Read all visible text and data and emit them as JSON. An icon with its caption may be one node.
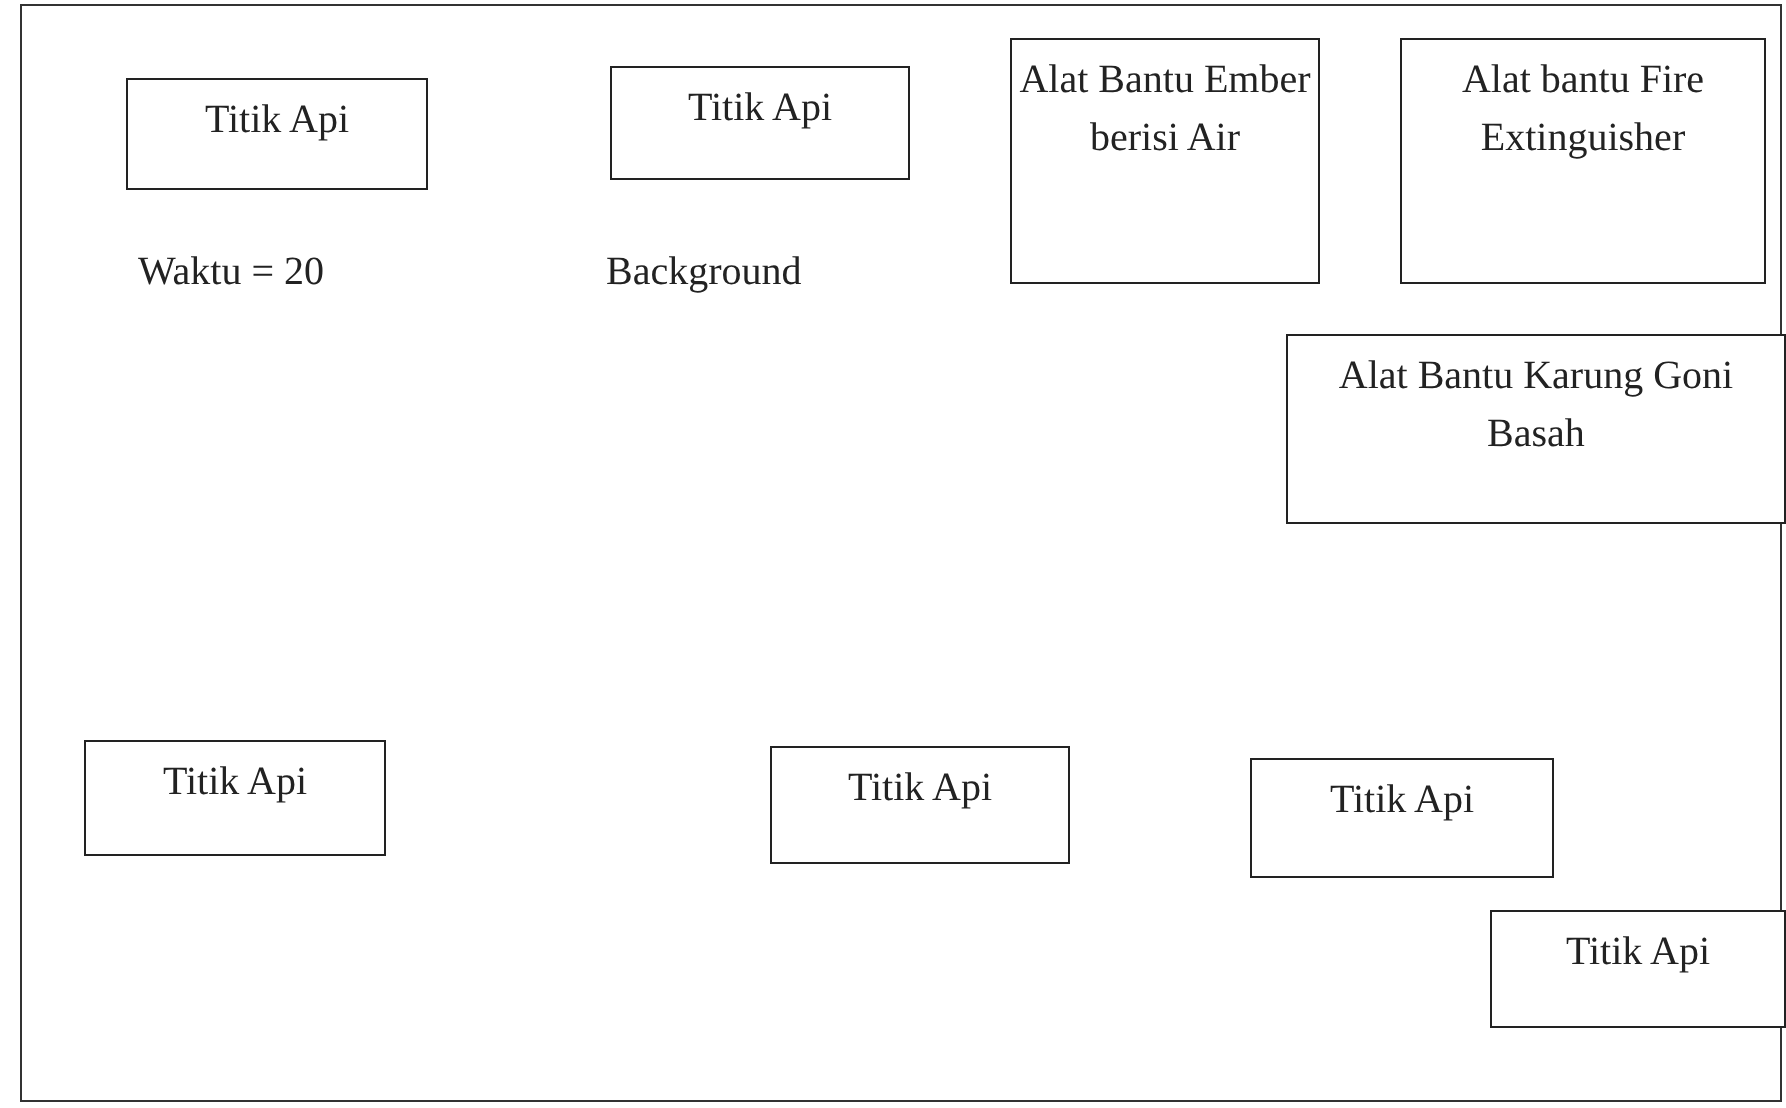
{
  "diagram": {
    "nodes": [
      {
        "text": [],
        "shape": "box"
      },
      {
        "text": [
          "Titik Api"
        ],
        "in": 0
      },
      {
        "text": [
          "Titik Api"
        ],
        "in": 0
      },
      {
        "text": [
          "Alat Bantu Ember berisi Air"
        ],
        "in": 0
      },
      {
        "text": [
          "Alat bantu Fire Extinguisher"
        ],
        "in": 0
      },
      {
        "text": [
          "Alat Bantu Karung Goni Basah"
        ],
        "in": 0
      },
      {
        "text": [
          "Titik Api"
        ],
        "in": 0
      },
      {
        "text": [
          "Titik Api"
        ],
        "in": 0
      },
      {
        "text": [
          "Titik Api"
        ],
        "in": 0
      },
      {
        "text": [
          "Titik Api"
        ],
        "in": 0
      }
    ],
    "labels": [
      "Waktu = 20",
      "Background"
    ]
  }
}
